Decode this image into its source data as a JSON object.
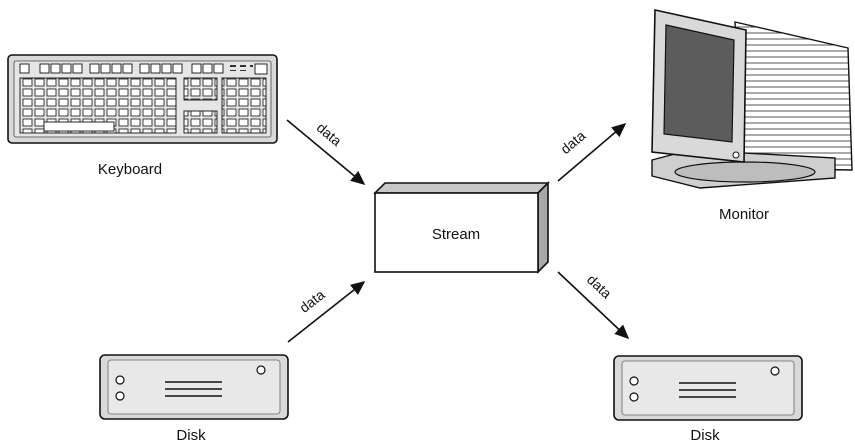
{
  "nodes": {
    "keyboard": {
      "label": "Keyboard"
    },
    "monitor": {
      "label": "Monitor"
    },
    "stream": {
      "label": "Stream"
    },
    "disk_left": {
      "label": "Disk"
    },
    "disk_right": {
      "label": "Disk"
    }
  },
  "edges": [
    {
      "from": "keyboard",
      "to": "stream",
      "label": "data"
    },
    {
      "from": "stream",
      "to": "monitor",
      "label": "data"
    },
    {
      "from": "disk_left",
      "to": "stream",
      "label": "data"
    },
    {
      "from": "stream",
      "to": "disk_right",
      "label": "data"
    }
  ],
  "colors": {
    "ink": "#111111",
    "box_face": "#ffffff",
    "box_side": "#a8a8a8",
    "device": "#d9d9d9"
  }
}
